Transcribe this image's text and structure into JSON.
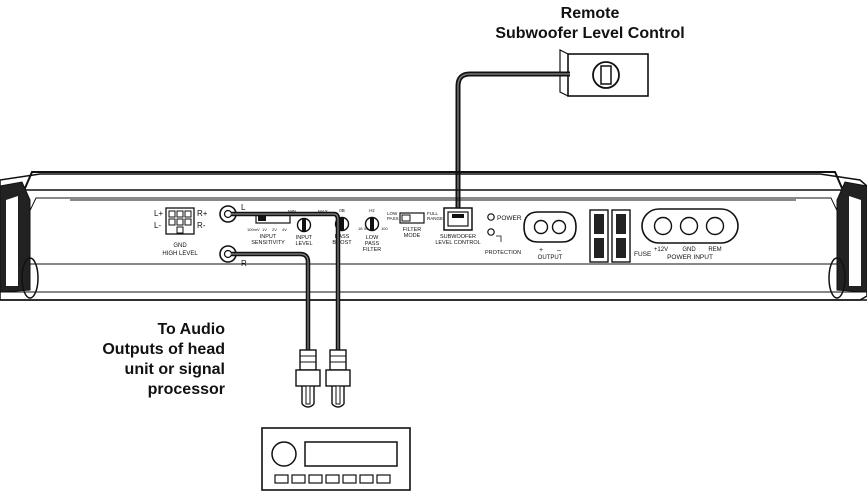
{
  "callouts": {
    "remote_lines": [
      "Remote",
      "Subwoofer Level Control"
    ],
    "audio_lines": [
      "To Audio",
      "Outputs of head",
      "unit or signal",
      "processor"
    ]
  },
  "panel": {
    "highlevel_left": [
      "L+",
      "L-"
    ],
    "highlevel_right": [
      "R+",
      "R-"
    ],
    "highlevel_bottom": [
      "GND",
      "HIGH LEVEL"
    ],
    "rca_l": "L",
    "rca_r": "R",
    "sens_scale": [
      "100mV",
      "1V",
      "2V",
      "4V"
    ],
    "sens_title": [
      "INPUT",
      "SENSITIVITY"
    ],
    "level_minmax": [
      "MIN",
      "MAX"
    ],
    "level_title": [
      "INPUT",
      "LEVEL"
    ],
    "bass_scale": "0B",
    "bass_title": [
      "BASS",
      "BOOST"
    ],
    "lpf_scale": [
      "Hz",
      "18",
      "50",
      "100"
    ],
    "lpf_title": [
      "LOW",
      "PASS",
      "FILTER"
    ],
    "filter_left": [
      "LOW",
      "PASS"
    ],
    "filter_right": [
      "FULL",
      "RANGE"
    ],
    "filter_title": [
      "FILTER",
      "MODE"
    ],
    "sub_title": [
      "SUBWOOFER",
      "LEVEL CONTROL"
    ],
    "power_led": "POWER",
    "protection_led": "PROTECTION",
    "output_signs": [
      "+",
      "–"
    ],
    "output_title": "OUTPUT",
    "fuse_title": "FUSE",
    "power_terminals": [
      "+12V",
      "GND",
      "REM"
    ],
    "power_title": "POWER INPUT"
  }
}
